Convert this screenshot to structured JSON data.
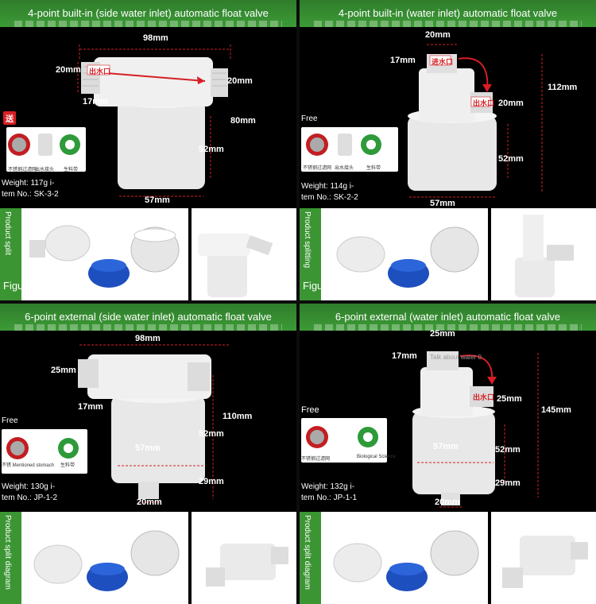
{
  "quadrants": [
    {
      "banner": "4-point built-in (side water inlet) automatic float valve",
      "dims": {
        "width": "98mm",
        "left_thread": "20mm",
        "right_thread": "20mm",
        "offset": "17mm",
        "height": "80mm",
        "float_height": "52mm",
        "float_dia": "57mm"
      },
      "body_label": "出水口",
      "free_label": "送",
      "acc_labels": [
        "不锈钢过滤网",
        "出水接头",
        "生料带"
      ],
      "weight_line1": "Weight: 117g i-",
      "weight_line2": "tem No.: SK-3-2",
      "sidebar_text": "Product split",
      "figure_text": "Figure",
      "accent": "#d61f25"
    },
    {
      "banner": "4-point built-in (water inlet) automatic float valve",
      "dims": {
        "top_thread": "20mm",
        "offset": "17mm",
        "height": "112mm",
        "side_thread": "20mm",
        "float_height": "52mm",
        "float_dia": "57mm"
      },
      "body_label_1": "进水口",
      "body_label_2": "出水口",
      "free_label": "Free",
      "acc_labels": [
        "不锈钢过滤网",
        "出水接头",
        "生料带"
      ],
      "weight_line1": "Weight: 114g i-",
      "weight_line2": "tem No.: SK-2-2",
      "sidebar_text": "Product splitting",
      "figure_text": "Figure"
    },
    {
      "banner": "6-point external (side water inlet) automatic float valve",
      "dims": {
        "width": "98mm",
        "left_thread": "25mm",
        "offset": "17mm",
        "height": "110mm",
        "float_height": "52mm",
        "float_dia": "57mm",
        "stem_height": "29mm",
        "stem_dia": "20mm"
      },
      "free_label": "Free",
      "acc_labels": [
        "不锈 Mentioned stomach",
        "生料带"
      ],
      "weight_line1": "Weight: 130g i-",
      "weight_line2": "tem No.: JP-1-2",
      "sidebar_text": "Product split diagram"
    },
    {
      "banner": "6-point external (water inlet) automatic float valve",
      "dims": {
        "top_thread": "25mm",
        "offset": "17mm",
        "height": "145mm",
        "side_thread": "25mm",
        "float_height": "52mm",
        "float_dia": "57mm",
        "stem_height": "29mm",
        "stem_dia": "20mm"
      },
      "body_label_1": "Talk about water 0",
      "body_label_2": "出水口",
      "free_label": "Free",
      "acc_labels": [
        "不锈钢过滤网",
        "Biological Science"
      ],
      "weight_line1": "Weight: 132g i-",
      "weight_line2": "tem No.: JP-1-1",
      "sidebar_text": "Product split diagram"
    }
  ]
}
